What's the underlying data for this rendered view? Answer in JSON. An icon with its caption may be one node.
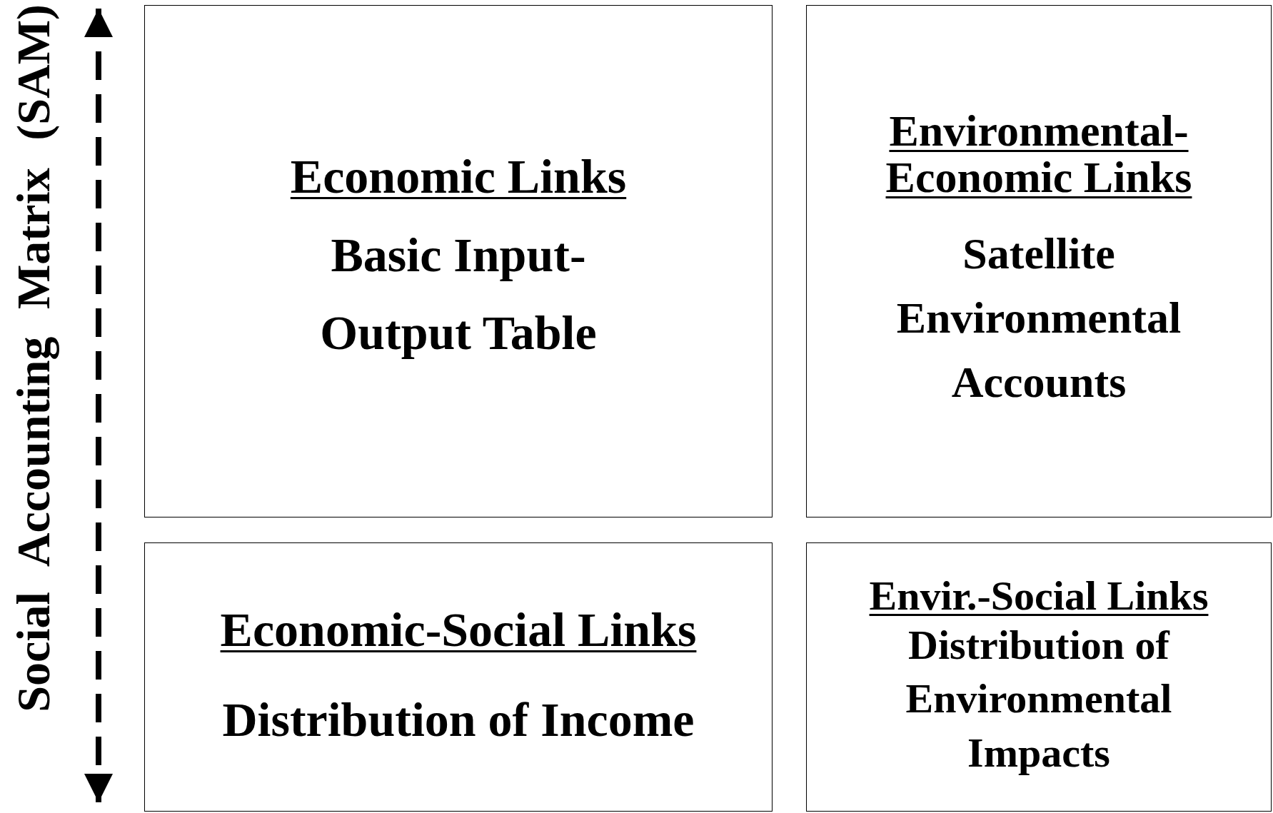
{
  "diagram": {
    "nodes": [
      {
        "text": [
          "Economic Links",
          "Basic Input-Output Table"
        ]
      },
      {
        "text": [
          "Environmental- Economic Links",
          "Satellite Environmental Accounts"
        ]
      },
      {
        "text": [
          "Economic-Social Links",
          "Distribution of Income"
        ]
      },
      {
        "text": [
          "Envir.-Social Links",
          "Distribution of Environmental Impacts"
        ]
      }
    ],
    "edges": [],
    "labels": [
      "Social Accounting Matrix (SAM)"
    ]
  }
}
